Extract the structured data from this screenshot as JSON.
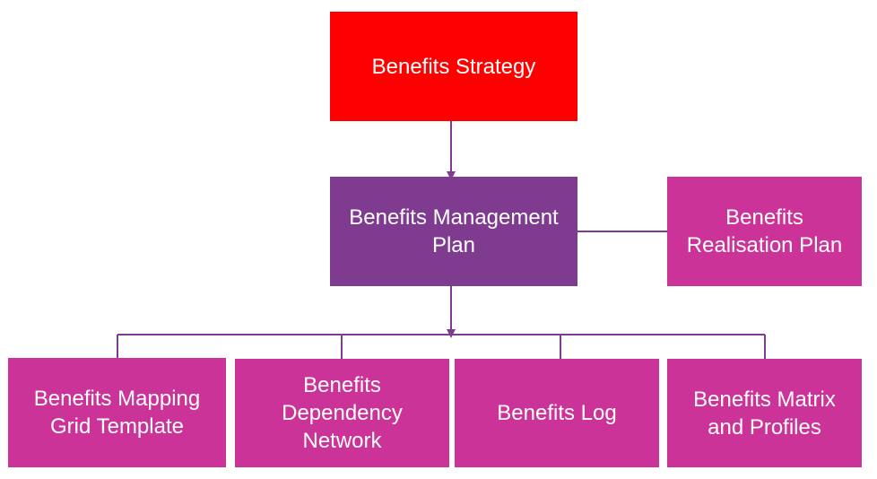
{
  "colors": {
    "strategy": "#ff0000",
    "management": "#7f3b8f",
    "document": "#cc3399",
    "connector": "#7f3b8f"
  },
  "nodes": {
    "strategy": {
      "label": "Benefits Strategy"
    },
    "management_plan": {
      "label": "Benefits Management Plan"
    },
    "realisation_plan": {
      "label": "Benefits Realisation Plan"
    },
    "mapping_grid": {
      "label": "Benefits Mapping Grid Template"
    },
    "dependency_network": {
      "label": "Benefits Dependency Network"
    },
    "log": {
      "label": "Benefits Log"
    },
    "matrix_profiles": {
      "label": "Benefits Matrix and Profiles"
    }
  }
}
